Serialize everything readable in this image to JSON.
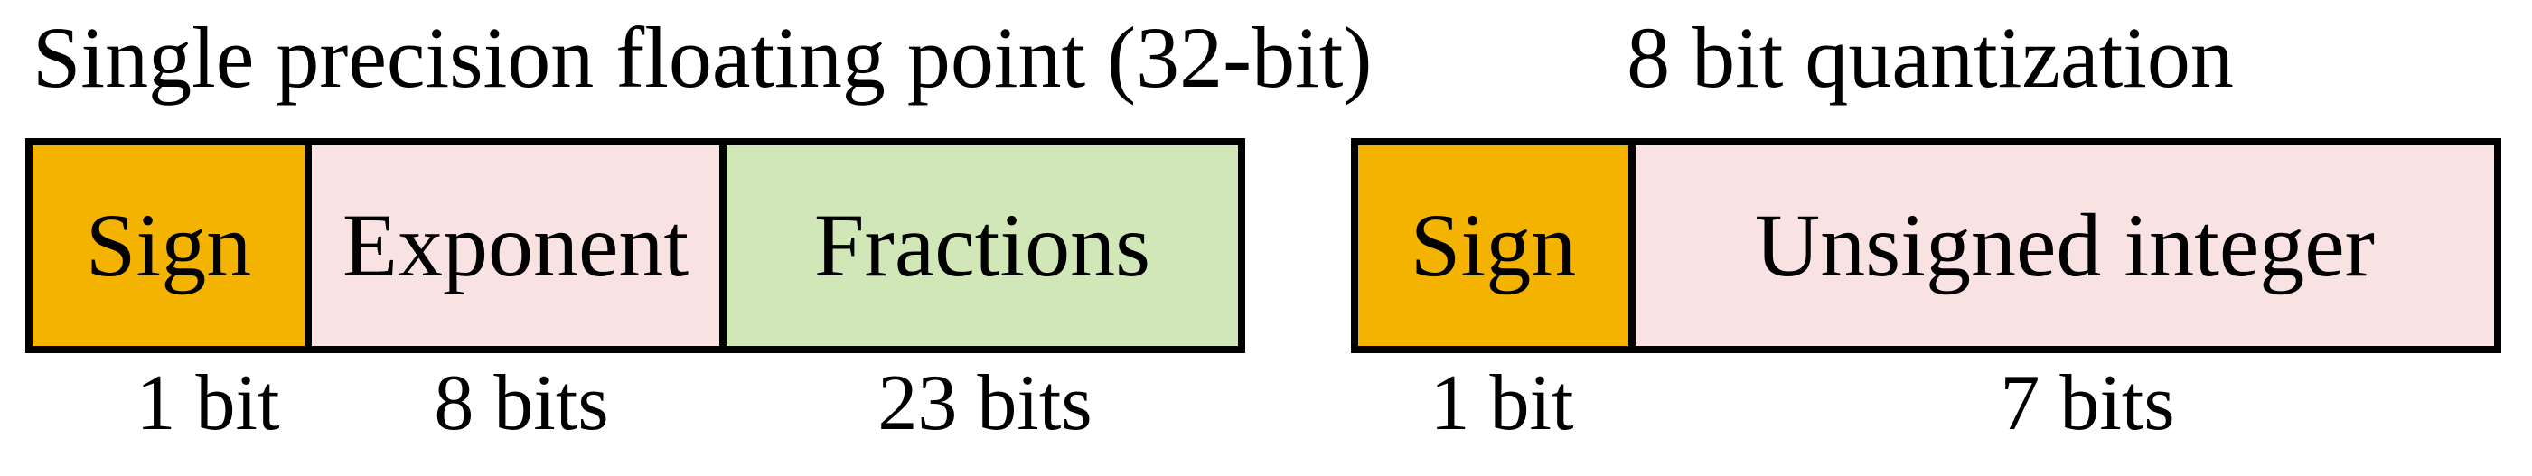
{
  "colors": {
    "sign": "#F5B301",
    "pink_field": "#F8E3E2",
    "green_field": "#D2E7B8",
    "border": "#000000",
    "background": "#FFFFFF",
    "text": "#000000"
  },
  "left_diagram": {
    "title": "Single precision floating point (32-bit)",
    "segments": [
      {
        "label": "Sign",
        "bits_label": "1 bit",
        "color_key": "sign"
      },
      {
        "label": "Exponent",
        "bits_label": "8 bits",
        "color_key": "pink_field"
      },
      {
        "label": "Fractions",
        "bits_label": "23 bits",
        "color_key": "green_field"
      }
    ]
  },
  "right_diagram": {
    "title": "8 bit quantization",
    "segments": [
      {
        "label": "Sign",
        "bits_label": "1 bit",
        "color_key": "sign"
      },
      {
        "label": "Unsigned integer",
        "bits_label": "7 bits",
        "color_key": "pink_field"
      }
    ]
  }
}
